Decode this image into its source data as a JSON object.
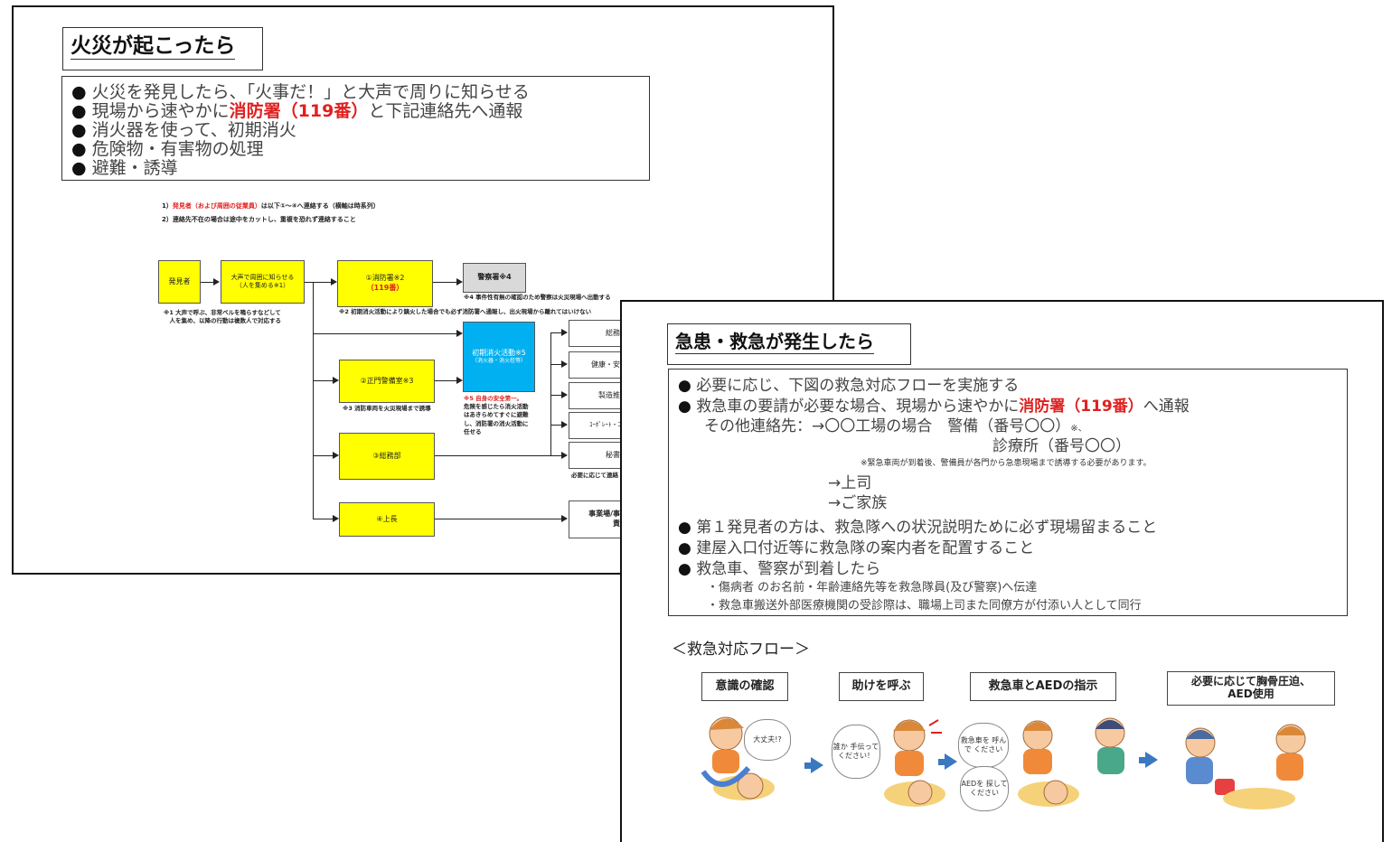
{
  "slide1": {
    "title": "火災が起こったら",
    "bullets": [
      {
        "pre": "火災を発見したら、「火事だ！」と大声で周りに知らせる",
        "red": "",
        "post": ""
      },
      {
        "pre": "現場から速やかに",
        "red": "消防署（119番）",
        "post": "と下記連絡先へ通報"
      },
      {
        "pre": "消火器を使って、初期消火",
        "red": "",
        "post": ""
      },
      {
        "pre": "危険物・有害物の処理",
        "red": "",
        "post": ""
      },
      {
        "pre": "避難・誘導",
        "red": "",
        "post": ""
      }
    ],
    "note1_pre": "1）",
    "note1_red": "発見者（および周囲の従業員）",
    "note1_post": "は以下①～④へ連絡する（横軸は時系列）",
    "note2": "2）連絡先不在の場合は途中をカットし、重複を恐れず連絡すること",
    "flow": {
      "discoverer": "発見者",
      "shout": "大声で周囲に知らせる\n（人を集める※1）",
      "fire_dept_label": "①消防署※2",
      "fire_dept_num": "（119番）",
      "police": "警察署※4",
      "initial": "初期消火活動※5",
      "initial_sub": "（消火器・消火栓等）",
      "gate": "②正門警備室※3",
      "general": "③総務部",
      "boss": "④上長",
      "note_shout": "※1 大声で呼ぶ、非常ベルを鳴らすなどして\n　人を集め、以降の行動は複数人で対応する",
      "note_police": "※4 事件性有無の確認のため警察は火災現場へ出動する",
      "note_fire": "※2 初期消火活動により鎮火した場合でも必ず消防署へ通報し、出火現場から離れてはいけない",
      "note_gate": "※3 消防車両を火災現場まで誘導",
      "note_initial_red": "※5 自身の安全第一。",
      "note_initial": "危険を感じたら消火活動\nはあきらめてすぐに避難\nし、消防署の消火活動に\n任せる",
      "right_boxes": [
        "総務部",
        "健康・安全",
        "製造推進",
        "ｺｰﾎﾟﾚｰﾄ・ｺﾐｭ",
        "秘書室"
      ],
      "note_right": "必要に応じて連絡",
      "biz_box": "事業場/事業\n責任"
    }
  },
  "slide2": {
    "title": "急患・救急が発生したら",
    "b1": "必要に応じ、下図の救急対応フローを実施する",
    "b2_pre": "救急車の要請が必要な場合、現場から速やかに",
    "b2_red": "消防署（119番）",
    "b2_post": "へ通報",
    "contact1": "その他連絡先：→〇〇工場の場合　警備（番号〇〇）",
    "contact1_mark": "※、",
    "contact2": "診療所（番号〇〇）",
    "contact_note": "※緊急車両が到着後、警備員が各門から急患現場まで誘導する必要があります。",
    "contact3": "→上司",
    "contact4": "→ご家族",
    "b3": "第１発見者の方は、救急隊への状況説明ために必ず現場留まること",
    "b4": "建屋入口付近等に救急隊の案内者を配置すること",
    "b5": "救急車、警察が到着したら",
    "sub1": "・傷病者 のお名前・年齢連絡先等を救急隊員(及び警察)へ伝達",
    "sub2": "・救急車搬送外部医療機関の受診際は、職場上司また同僚方が付添い人として同行",
    "flow_title": "＜救急対応フロー＞",
    "steps": [
      "意識の確認",
      "助けを呼ぶ",
      "救急車とAEDの指示",
      "必要に応じて胸骨圧迫、\nAED使用"
    ],
    "bubble1": "大丈夫!?",
    "bubble2": "誰か\n手伝って\nください！",
    "bubble3a": "救急車を\n呼んで\nください",
    "bubble3b": "AEDを\n探して\nください"
  }
}
